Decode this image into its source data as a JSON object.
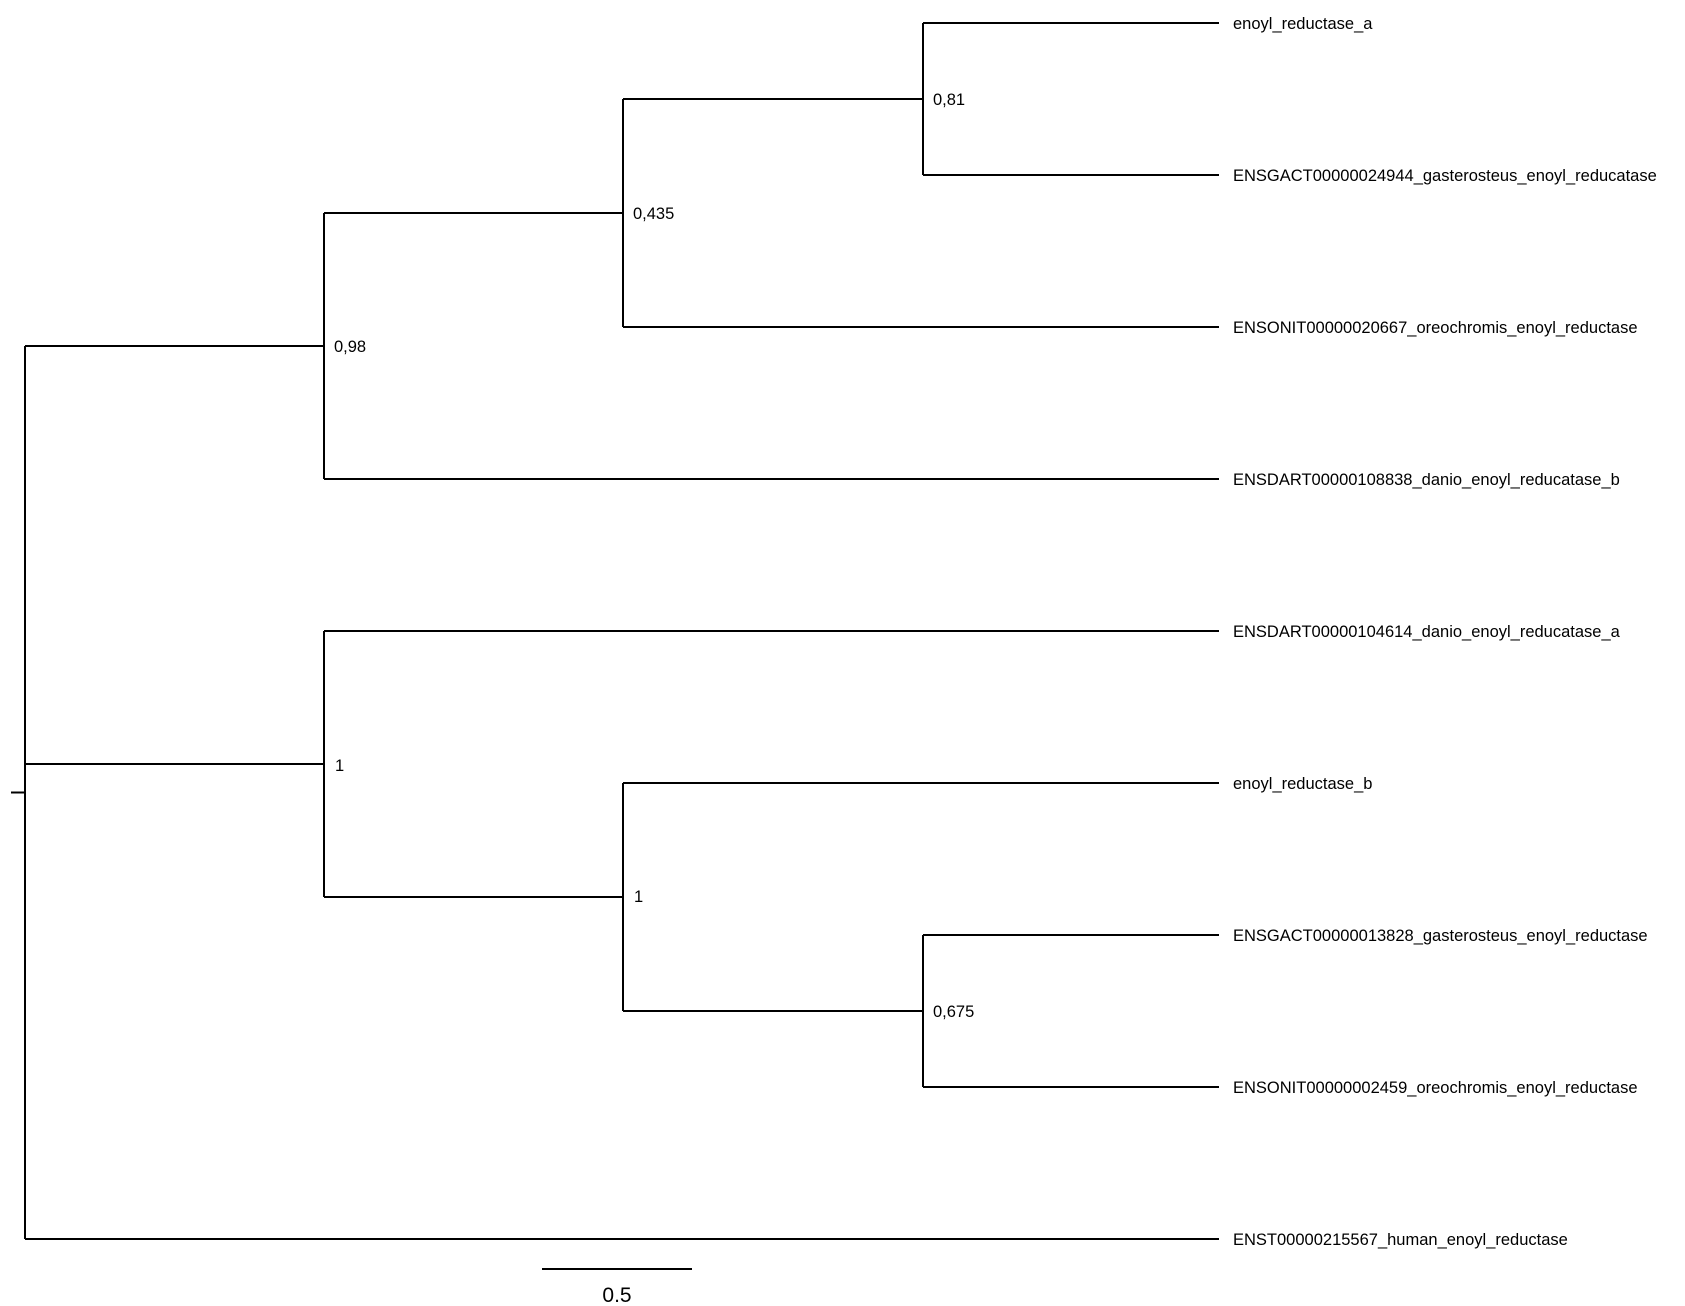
{
  "tree": {
    "tips": [
      {
        "id": "t1",
        "label": "enoyl_reductase_a"
      },
      {
        "id": "t2",
        "label": "ENSGACT00000024944_gasterosteus_enoyl_reducatase"
      },
      {
        "id": "t3",
        "label": "ENSONIT00000020667_oreochromis_enoyl_reductase"
      },
      {
        "id": "t4",
        "label": "ENSDART00000108838_danio_enoyl_reducatase_b"
      },
      {
        "id": "t5",
        "label": "ENSDART00000104614_danio_enoyl_reducatase_a"
      },
      {
        "id": "t6",
        "label": "enoyl_reductase_b"
      },
      {
        "id": "t7",
        "label": "ENSGACT00000013828_gasterosteus_enoyl_reductase"
      },
      {
        "id": "t8",
        "label": "ENSONIT00000002459_oreochromis_enoyl_reductase"
      },
      {
        "id": "t9",
        "label": "ENST00000215567_human_enoyl_reductase"
      }
    ],
    "nodes": [
      {
        "id": "n_root",
        "children": [
          "n_a",
          "n_b",
          "t9"
        ],
        "support": ""
      },
      {
        "id": "n_a",
        "children": [
          "n_c",
          "t4"
        ],
        "support": "0,98"
      },
      {
        "id": "n_c",
        "children": [
          "n_d",
          "t3"
        ],
        "support": "0,435"
      },
      {
        "id": "n_d",
        "children": [
          "t1",
          "t2"
        ],
        "support": "0,81"
      },
      {
        "id": "n_b",
        "children": [
          "t5",
          "n_e"
        ],
        "support": "1"
      },
      {
        "id": "n_e",
        "children": [
          "t6",
          "n_f"
        ],
        "support": "1"
      },
      {
        "id": "n_f",
        "children": [
          "t7",
          "t8"
        ],
        "support": "0,675"
      }
    ],
    "scale_bar": {
      "label": "0.5"
    }
  }
}
